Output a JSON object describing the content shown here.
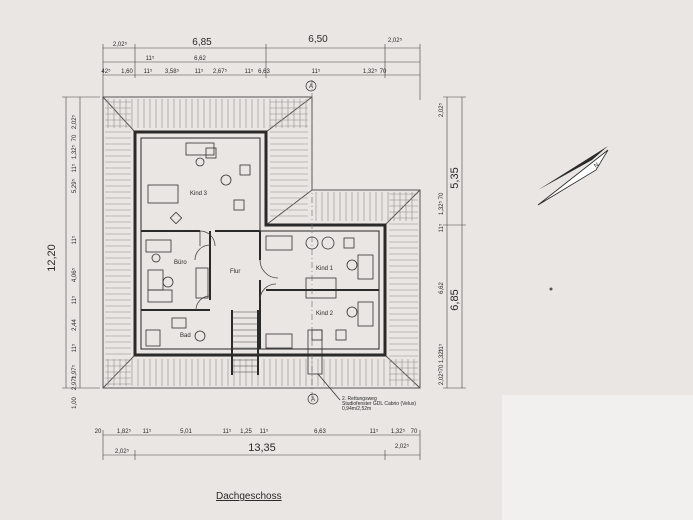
{
  "title": "Dachgeschoss",
  "north_label": "N",
  "section_marker": "A",
  "colors": {
    "paper": "#e9e6e3",
    "ink": "#2a2a2a",
    "roof": "#9a9794"
  },
  "rooms": {
    "kind3": "Kind 3",
    "buero": "Büro",
    "flur": "Flur",
    "kind1": "Kind 1",
    "kind2": "Kind 2",
    "bad": "Bad"
  },
  "dims_top": {
    "row1": [
      "2,02⁵",
      "6,85",
      "6,50",
      "2,02⁵"
    ],
    "row2": [
      "11⁵",
      "6,62"
    ],
    "row3": [
      "42⁵",
      "1,60",
      "11⁵",
      "3,58⁵",
      "11⁵",
      "2,67⁵",
      "11⁵",
      "6,63",
      "11⁵",
      "1,32⁵",
      "70"
    ]
  },
  "dims_left": {
    "total": "12,20",
    "parts": [
      "2,02⁵",
      "70",
      "1,32⁵",
      "11⁵",
      "5,29⁵",
      "11⁵",
      "4,06⁵",
      "11⁵",
      "2,44",
      "11⁵",
      "1,97⁵",
      "2,97⁵",
      "1,00"
    ]
  },
  "dims_right": {
    "upper": "5,35",
    "lower": "6,85",
    "parts": [
      "2,02⁵",
      "11⁵",
      "1,32⁵",
      "70",
      "6,62",
      "11⁵",
      "1,32⁵",
      "70",
      "2,02⁵"
    ]
  },
  "dims_bottom": {
    "row1": [
      "20",
      "1,82⁵",
      "11⁵",
      "5,01",
      "11⁵",
      "1,25",
      "11⁵",
      "6,63",
      "11⁵",
      "1,32⁵",
      "70"
    ],
    "row2": [
      "2,02⁵",
      "13,35",
      "2,02⁵"
    ]
  },
  "window_note": {
    "line1": "2. Rettungsweg",
    "line2": "Studiofenster GDL Cabrio (Velux)",
    "line3": "0,94m/2,52m"
  }
}
